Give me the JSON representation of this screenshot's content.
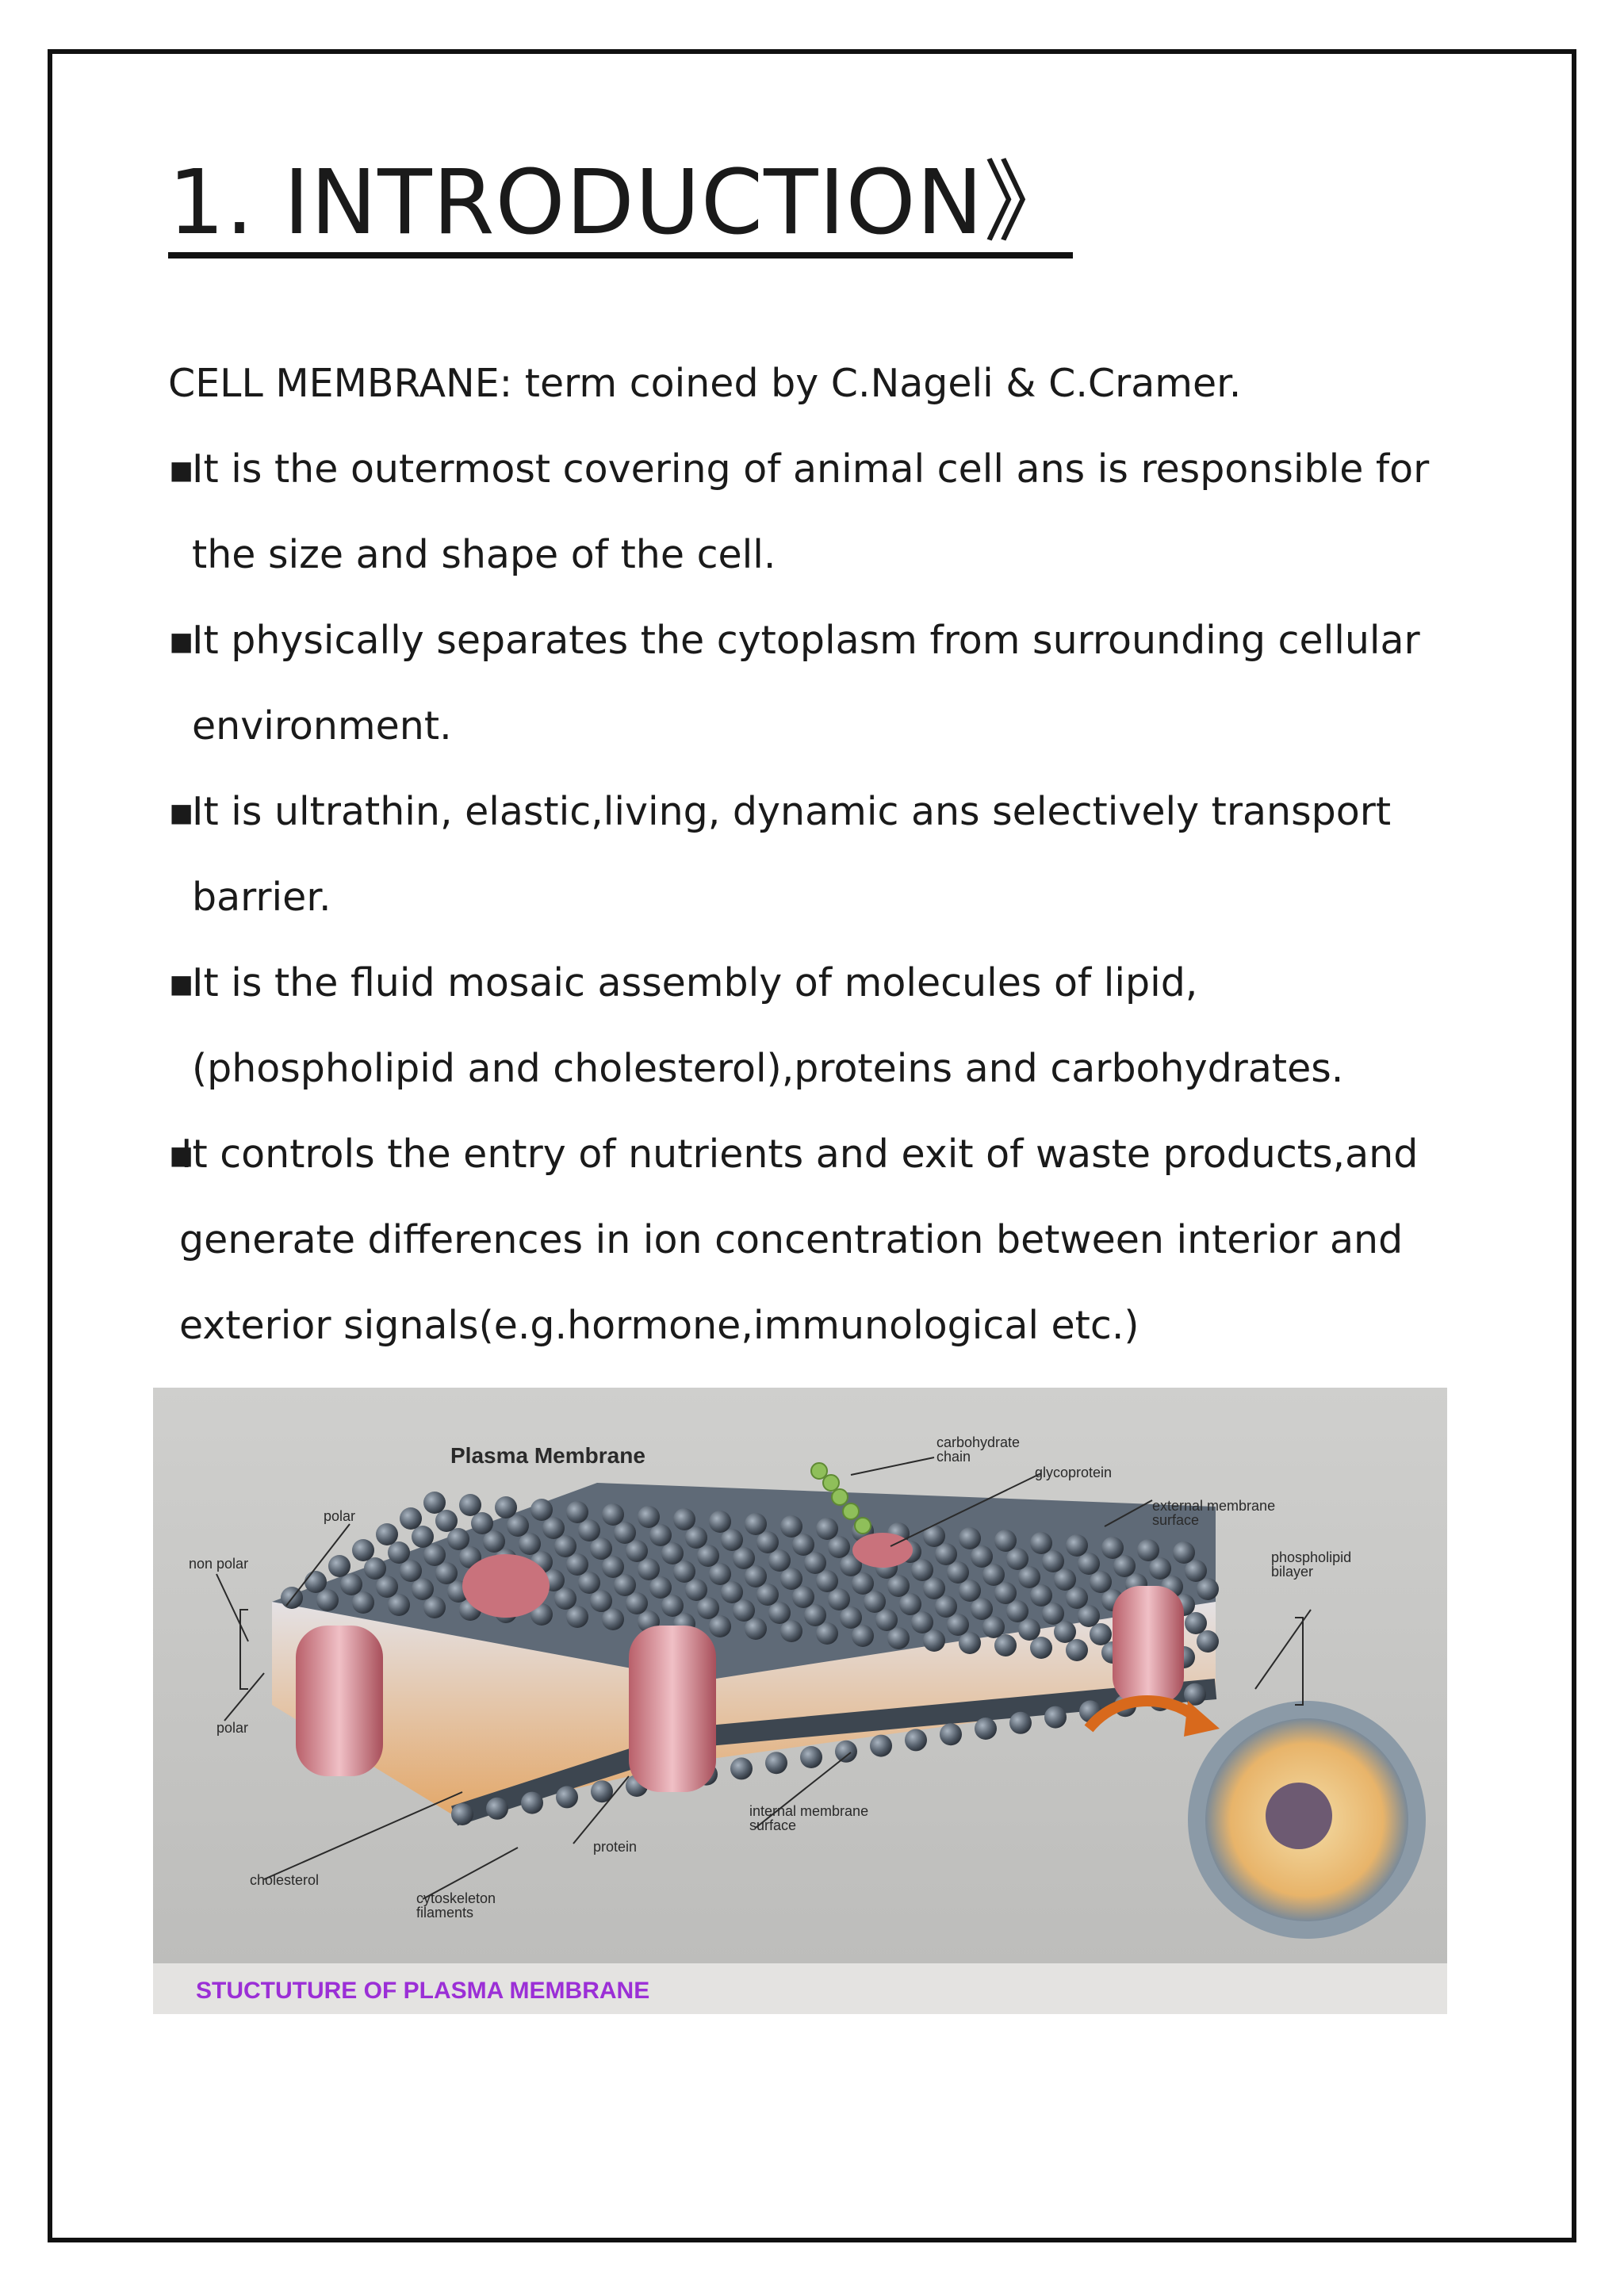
{
  "heading": "1. INTRODUCTION》",
  "intro_line": "CELL MEMBRANE: term coined by C.Nageli & C.Cramer.",
  "bullets": [
    {
      "marker": "▪",
      "line1": "It is the outermost covering of animal cell ans is responsible for",
      "line2": "the size and shape of the cell."
    },
    {
      "marker": "▪",
      "line1": "It physically separates the cytoplasm from surrounding cellular",
      "line2": "environment."
    },
    {
      "marker": "▪",
      "line1": "It is ultrathin, elastic,living, dynamic ans selectively transport",
      "line2": "barrier."
    },
    {
      "marker": "▪",
      "line1": "It is the fluid mosaic assembly of molecules of lipid,",
      "line2": "(phospholipid and cholesterol),proteins and carbohydrates."
    },
    {
      "marker": "▪",
      "line1": "It controls the entry of nutrients and exit of waste products,and",
      "line2": "generate differences in ion concentration between interior and",
      "line3": "exterior signals(e.g.hormone,immunological etc.)"
    }
  ],
  "figure": {
    "title": "Plasma Membrane",
    "labels": {
      "carbohydrate_chain_1": "carbohydrate",
      "carbohydrate_chain_2": "chain",
      "glycoprotein": "glycoprotein",
      "external_1": "external membrane",
      "external_2": "surface",
      "phospholipid_1": "phospholipid",
      "phospholipid_2": "bilayer",
      "polar_top": "polar",
      "non_polar": "non polar",
      "polar_bottom": "polar",
      "internal_1": "internal membrane",
      "internal_2": "surface",
      "protein": "protein",
      "cholesterol": "cholesterol",
      "cytoskeleton_1": "cytoskeleton",
      "cytoskeleton_2": "filaments"
    },
    "caption": "STUCTUTURE OF PLASMA MEMBRANE",
    "caption_color": "#9b2fd6"
  }
}
